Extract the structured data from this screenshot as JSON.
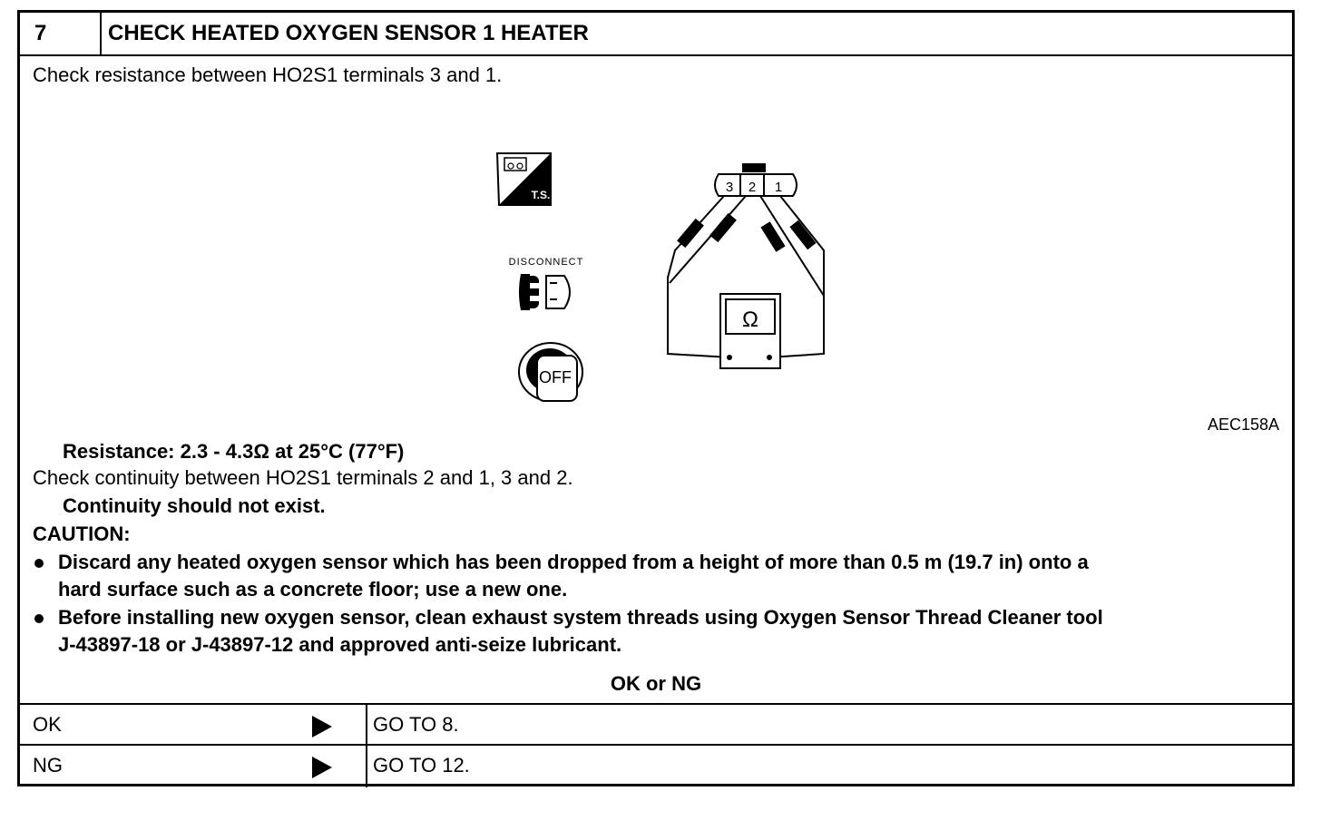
{
  "step": {
    "number": "7",
    "title": "CHECK HEATED OXYGEN SENSOR 1 HEATER"
  },
  "instruction_1": "Check resistance between HO2S1 terminals 3 and 1.",
  "figure": {
    "icon_ts_label": "T.S.",
    "disconnect_label": "DISCONNECT",
    "off_label": "OFF",
    "terminal_labels": [
      "3",
      "2",
      "1"
    ],
    "meter_symbol": "Ω",
    "figure_code": "AEC158A"
  },
  "resistance_spec": "Resistance: 2.3 - 4.3Ω at 25°C (77°F)",
  "instruction_2": "Check continuity between HO2S1 terminals 2 and 1, 3 and 2.",
  "continuity_note": "Continuity should not exist.",
  "caution": {
    "heading": "CAUTION:",
    "items": [
      {
        "line1": "Discard any heated oxygen sensor which has been dropped from a height of more than 0.5 m (19.7 in) onto a",
        "line2": "hard surface such as a concrete floor; use a new one."
      },
      {
        "line1": "Before installing new oxygen sensor, clean exhaust system threads using Oxygen Sensor Thread Cleaner tool",
        "line2": "J-43897-18 or J-43897-12 and approved anti-seize lubricant."
      }
    ]
  },
  "result_prompt": "OK or NG",
  "results": [
    {
      "label": "OK",
      "action": "GO TO 8."
    },
    {
      "label": "NG",
      "action": "GO TO 12."
    }
  ]
}
